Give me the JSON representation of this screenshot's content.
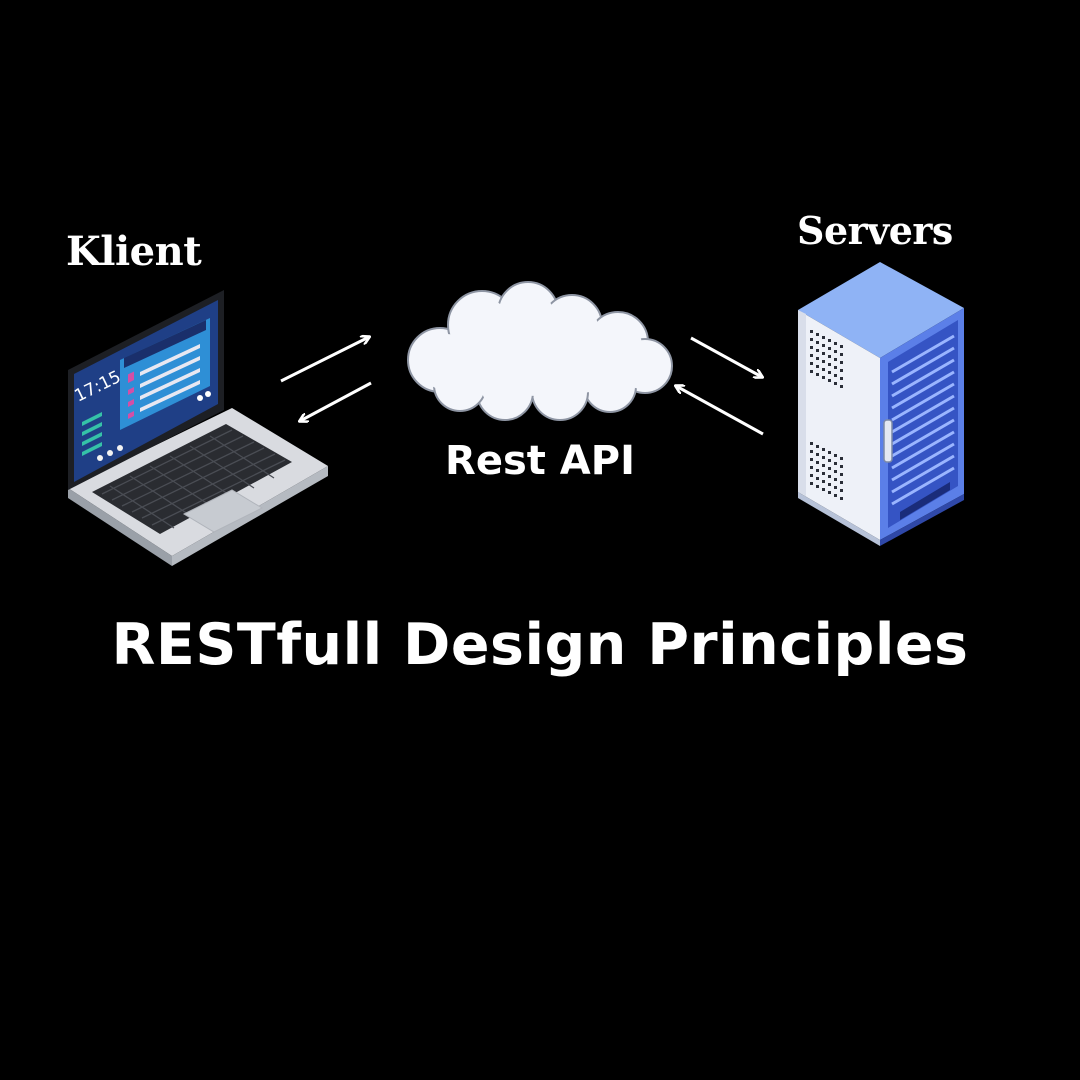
{
  "nodes": {
    "client": {
      "label": "Klient",
      "icon": "laptop-icon",
      "screen_time": "17:15"
    },
    "api": {
      "label": "Rest API",
      "icon": "cloud-icon"
    },
    "server": {
      "label": "Servers",
      "icon": "server-rack-icon"
    }
  },
  "title": "RESTfull Design Principles",
  "colors": {
    "background": "#000000",
    "text": "#ffffff",
    "server_blue": "#5b7fe8",
    "cloud": "#f4f6fb"
  }
}
